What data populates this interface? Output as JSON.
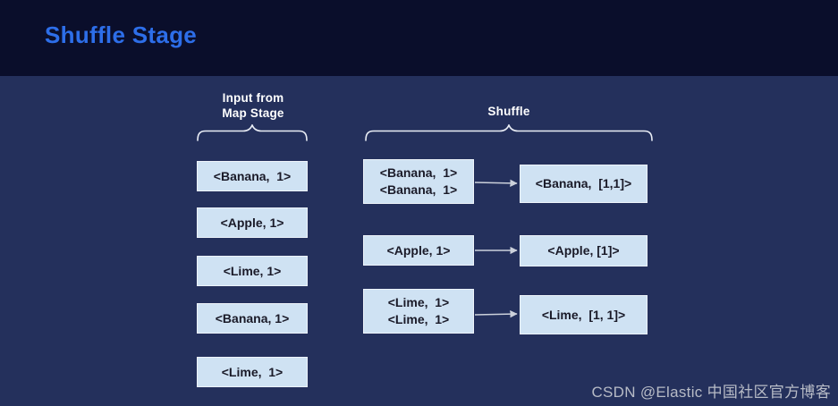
{
  "page": {
    "title": "Shuffle Stage",
    "watermark": "CSDN @Elastic 中国社区官方博客"
  },
  "colors": {
    "header_bg": "#0a0e2b",
    "body_bg": "#24305c",
    "title_blue": "#2d6ee9",
    "box_fill": "#cfe2f3",
    "box_border": "#edf3fa",
    "box_text": "#1a1a28",
    "label_text": "#ffffff",
    "brace": "#e9edf5",
    "arrow": "#ccd1db",
    "watermark_text": "#b7bbc6"
  },
  "diagram": {
    "input_label": "Input from\nMap Stage",
    "shuffle_label": "Shuffle",
    "map_output_boxes": [
      "<Banana,  1>",
      "<Apple, 1>",
      "<Lime, 1>",
      "<Banana, 1>",
      "<Lime,  1>"
    ],
    "shuffle_rows": [
      {
        "input_lines": [
          "<Banana,  1>",
          "<Banana,  1>"
        ],
        "output": "<Banana,  [1,1]>"
      },
      {
        "input_lines": [
          "<Apple, 1>"
        ],
        "output": "<Apple, [1]>"
      },
      {
        "input_lines": [
          "<Lime,  1>",
          "<Lime,  1>"
        ],
        "output": "<Lime,  [1, 1]>"
      }
    ]
  }
}
